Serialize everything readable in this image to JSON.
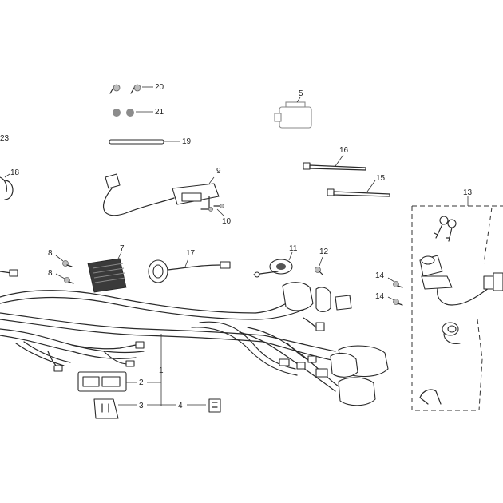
{
  "callouts": {
    "c1": "1",
    "c2": "2",
    "c3": "3",
    "c4": "4",
    "c5": "5",
    "c7": "7",
    "c8a": "8",
    "c8b": "8",
    "c9": "9",
    "c10": "10",
    "c11": "11",
    "c12": "12",
    "c13": "13",
    "c14a": "14",
    "c14b": "14",
    "c15": "15",
    "c16": "16",
    "c17": "17",
    "c18": "18",
    "c19": "19",
    "c20": "20",
    "c21": "21",
    "c23": "23"
  }
}
